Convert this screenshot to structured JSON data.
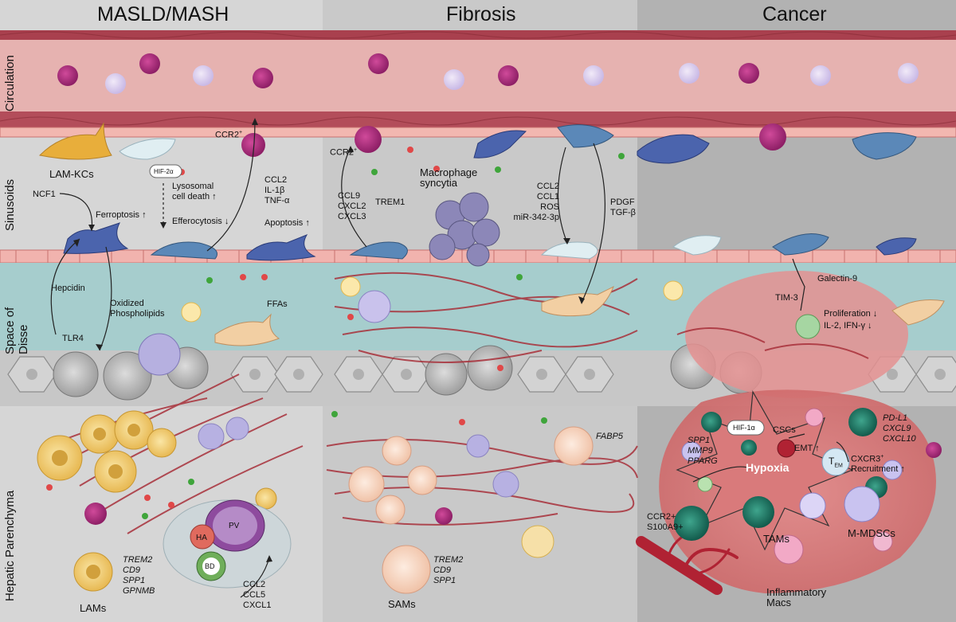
{
  "columns": {
    "masld": "MASLD/MASH",
    "fibrosis": "Fibrosis",
    "cancer": "Cancer"
  },
  "compartments": {
    "circulation": "Circulation",
    "sinusoids": "Sinusoids",
    "disse": [
      "Space of",
      "Disse"
    ],
    "parenchyma": "Hepatic Parenchyma"
  },
  "masld": {
    "lam_kcs": "LAM-KCs",
    "ncf1": "NCF1",
    "hif2a": "HIF-2α",
    "lysosomal": [
      "Lysosomal",
      "cell death ↑"
    ],
    "ferroptosis": "Ferroptosis ↑",
    "efferocytosis": "Efferocytosis ↓",
    "ccr2": "CCR2",
    "ccr2_sup": "+",
    "cytokines": [
      "CCL2",
      "IL-1β",
      "TNF-α"
    ],
    "apoptosis": "Apoptosis ↑",
    "hepcidin": "Hepcidin",
    "oxidized": [
      "Oxidized",
      "Phospholipids"
    ],
    "ffas": "FFAs",
    "tlr4": "TLR4",
    "lams_genes": [
      "TREM2",
      "CD9",
      "SPP1",
      "GPNMB"
    ],
    "lams": "LAMs",
    "pv": "PV",
    "ha": "HA",
    "bd": "BD",
    "bd_chemokines": [
      "CCL2",
      "CCL5",
      "CXCL1"
    ]
  },
  "fibrosis": {
    "ccr2": "CCR2",
    "ccr2_sup": "+",
    "chemokines": [
      "CCL9",
      "CXCL2",
      "CXCL3"
    ],
    "trem1": "TREM1",
    "syncytia": [
      "Macrophage",
      "syncytia"
    ],
    "factors": [
      "CCL2",
      "CCL1",
      "ROS",
      "miR-342-3p"
    ],
    "pdgf": [
      "PDGF",
      "TGF-β"
    ],
    "fabp5": "FABP5",
    "sams_genes": [
      "TREM2",
      "CD9",
      "SPP1"
    ],
    "sams": "SAMs"
  },
  "cancer": {
    "galectin": "Galectin-9",
    "tim3": "TIM-3",
    "proliferation": "Proliferation ↓",
    "il2": "IL-2, IFN-γ ↓",
    "hif1a": "HIF-1α",
    "genes_left": [
      "SPP1",
      "MMP9",
      "PPARG"
    ],
    "cscs": "CSCs",
    "emt": "EMT ↑",
    "hypoxia": "Hypoxia",
    "tem": "T",
    "tem_sub": "EM",
    "pdl1": [
      "PD-L1",
      "CXCL9",
      "CXCL10"
    ],
    "cxcr3": "CXCR3",
    "cxcr3_sup": "+",
    "recruitment": "Recruitment ↑",
    "ccr2_s100": [
      "CCR2+",
      "S100A9+"
    ],
    "tams": "TAMs",
    "mmdscs": "M-MDSCs",
    "inflam": [
      "Inflammatory",
      "Macs"
    ]
  },
  "colors": {
    "vessel": "#c46a73",
    "lumen": "#e8b4b4",
    "disse": "#a9cfcf",
    "panel_light": "#d4d4d4",
    "panel_dark": "#b8b8b8",
    "tumor": "#e07f80",
    "monocyte": "#b2337e",
    "lam": "#f1cf72",
    "sam": "#f8d9c6",
    "kupffer": "#4e6eb8",
    "collagen": "#9a2a35",
    "hsc": "#f3d0a6"
  },
  "icons": [
    "monocyte-icon",
    "lymphocyte-icon",
    "kupffer-cell-icon",
    "stellate-cell-icon",
    "hepatocyte-icon",
    "lam-icon",
    "sam-icon",
    "tam-icon",
    "mdsc-icon",
    "tcell-icon",
    "collagen-fiber-icon",
    "blood-vessel-icon"
  ]
}
